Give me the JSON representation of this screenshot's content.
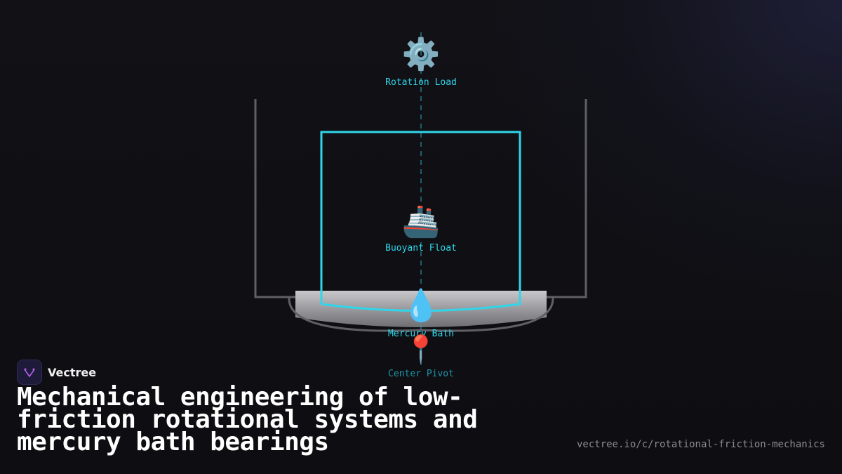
{
  "diagram": {
    "components": [
      {
        "id": "rotation_load",
        "label": "Rotation Load",
        "icon": "gear-icon",
        "glyph": "⚙️"
      },
      {
        "id": "buoyant_float",
        "label": "Buoyant Float",
        "icon": "ship-icon",
        "glyph": "🚢"
      },
      {
        "id": "mercury_bath",
        "label": "Mercury Bath",
        "icon": "droplet-icon",
        "glyph": "💧"
      },
      {
        "id": "center_pivot",
        "label": "Center Pivot",
        "icon": "pushpin-icon",
        "glyph": "📍"
      }
    ],
    "colors": {
      "accent": "#2fd6ea",
      "container": "#5f5f66",
      "mercury": "#b8b8bc",
      "background": "#0f0f14"
    }
  },
  "brand": {
    "name": "Vectree",
    "logo_icon": "vectree-logo-icon"
  },
  "title": "Mechanical engineering of low-friction rotational systems and mercury bath bearings",
  "footer": {
    "url": "vectree.io/c/rotational-friction-mechanics"
  }
}
